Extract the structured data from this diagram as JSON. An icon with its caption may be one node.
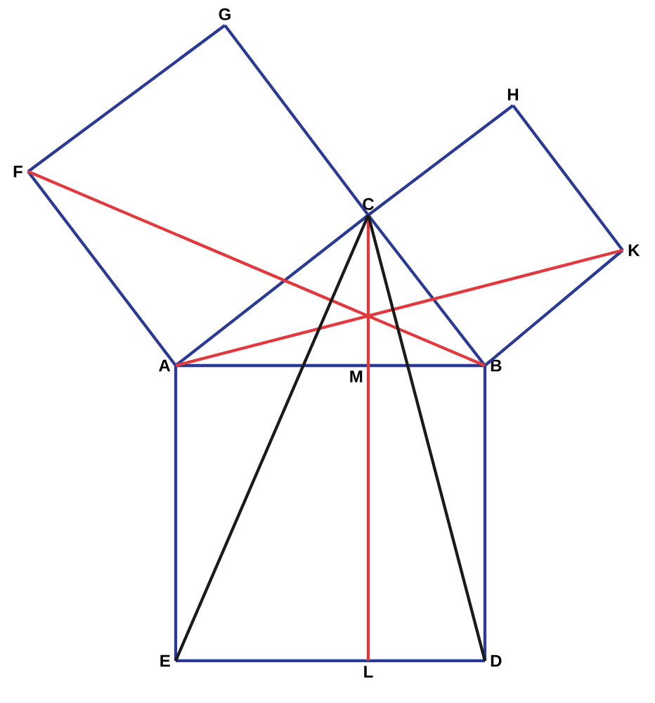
{
  "diagram": {
    "nodes": [
      {
        "text": [
          "G"
        ]
      },
      {
        "text": [
          "H"
        ]
      },
      {
        "text": [
          "F"
        ]
      },
      {
        "text": [
          "C"
        ]
      },
      {
        "text": [
          "K"
        ]
      },
      {
        "text": [
          "A"
        ]
      },
      {
        "text": [
          "M"
        ]
      },
      {
        "text": [
          "B"
        ]
      },
      {
        "text": [
          "E"
        ]
      },
      {
        "text": [
          "L"
        ]
      },
      {
        "text": [
          "D"
        ]
      }
    ],
    "edges": [
      {
        "from": 2,
        "to": 0,
        "arrow": "none"
      },
      {
        "from": 0,
        "to": 3,
        "arrow": "none"
      },
      {
        "from": 2,
        "to": 5,
        "arrow": "none"
      },
      {
        "from": 3,
        "to": 1,
        "arrow": "none"
      },
      {
        "from": 1,
        "to": 4,
        "arrow": "none"
      },
      {
        "from": 4,
        "to": 7,
        "arrow": "none"
      },
      {
        "from": 5,
        "to": 3,
        "arrow": "none"
      },
      {
        "from": 3,
        "to": 7,
        "arrow": "none"
      },
      {
        "from": 5,
        "to": 6,
        "arrow": "none"
      },
      {
        "from": 6,
        "to": 7,
        "arrow": "none"
      },
      {
        "from": 5,
        "to": 8,
        "arrow": "none"
      },
      {
        "from": 7,
        "to": 10,
        "arrow": "none"
      },
      {
        "from": 8,
        "to": 9,
        "arrow": "none"
      },
      {
        "from": 9,
        "to": 10,
        "arrow": "none"
      },
      {
        "from": 2,
        "to": 7,
        "arrow": "none",
        "color": "#e03a3e"
      },
      {
        "from": 5,
        "to": 4,
        "arrow": "none",
        "color": "#e03a3e"
      },
      {
        "from": 3,
        "to": 6,
        "arrow": "none",
        "color": "#e03a3e"
      },
      {
        "from": 6,
        "to": 9,
        "arrow": "none",
        "color": "#e03a3e"
      },
      {
        "from": 3,
        "to": 8,
        "arrow": "none",
        "color": "#1a1a1a"
      },
      {
        "from": 3,
        "to": 10,
        "arrow": "none",
        "color": "#1a1a1a"
      }
    ]
  }
}
